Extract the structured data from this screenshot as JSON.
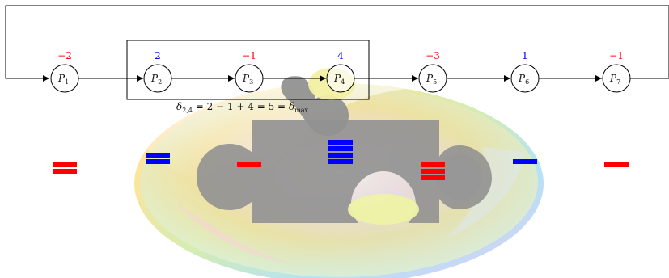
{
  "colors": {
    "positive": "#0000ff",
    "negative": "#ff0000",
    "line": "#000000"
  },
  "icons": {
    "background": "puzzle-piece-orb-icon"
  },
  "nodes": [
    {
      "id": "P1",
      "label": "P",
      "sub": "1",
      "value": "−2",
      "value_num": -2
    },
    {
      "id": "P2",
      "label": "P",
      "sub": "2",
      "value": "2",
      "value_num": 2
    },
    {
      "id": "P3",
      "label": "P",
      "sub": "3",
      "value": "−1",
      "value_num": -1
    },
    {
      "id": "P4",
      "label": "P",
      "sub": "4",
      "value": "4",
      "value_num": 4
    },
    {
      "id": "P5",
      "label": "P",
      "sub": "5",
      "value": "−3",
      "value_num": -3
    },
    {
      "id": "P6",
      "label": "P",
      "sub": "6",
      "value": "1",
      "value_num": 1
    },
    {
      "id": "P7",
      "label": "P",
      "sub": "7",
      "value": "−1",
      "value_num": -1
    }
  ],
  "highlight": {
    "from": 2,
    "to": 4
  },
  "formula": {
    "delta": "δ",
    "sub": "2,4",
    "middle": " = 2 − 1 + 4 = 5 = ",
    "delta2": "δ",
    "max": "max"
  }
}
